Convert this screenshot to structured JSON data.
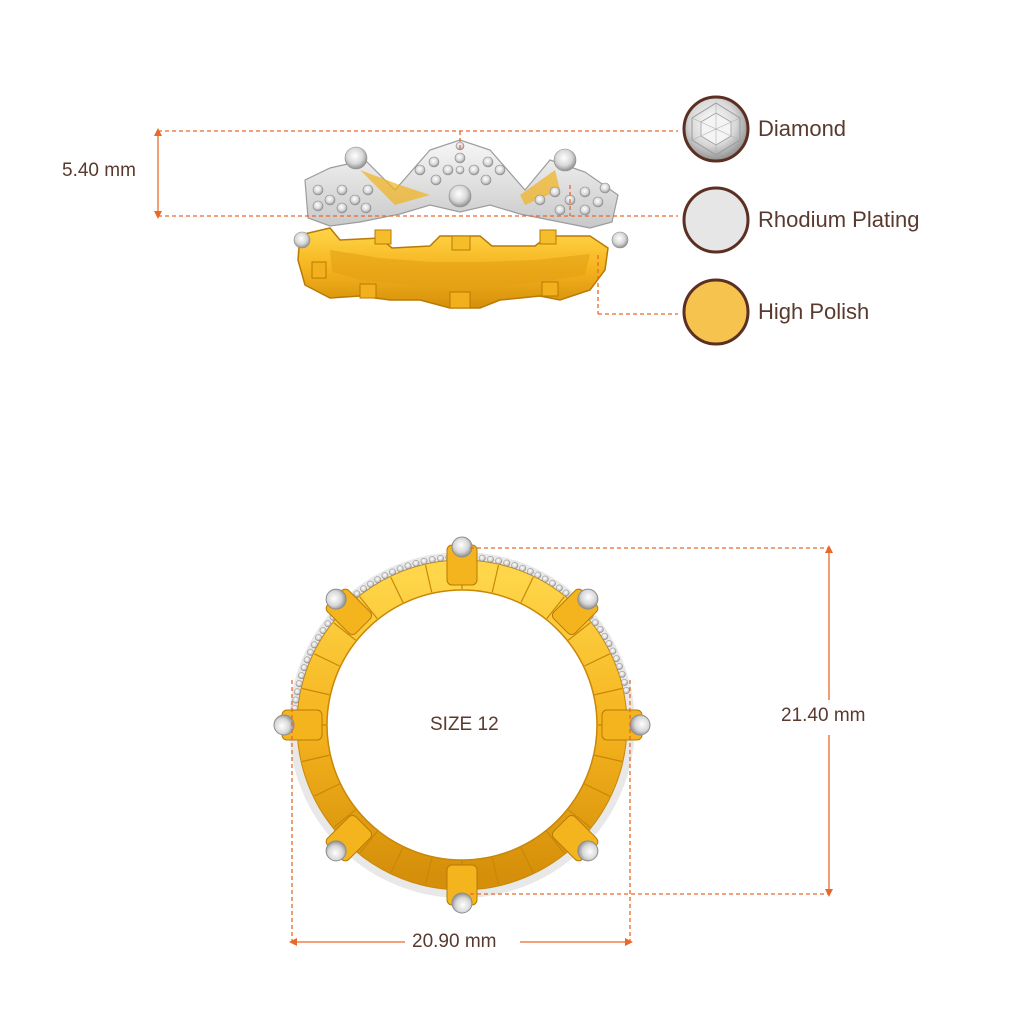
{
  "dimensions": {
    "height_top": "5.40 mm",
    "height_front": "21.40 mm",
    "width_front": "20.90 mm"
  },
  "ring_size": "SIZE 12",
  "legend": [
    {
      "label": "Diamond",
      "icon": "diamond-swatch"
    },
    {
      "label": "Rhodium Plating",
      "icon": "rhodium-swatch",
      "color": "#e6e6e6"
    },
    {
      "label": "High Polish",
      "icon": "gold-swatch",
      "color": "#f5c34e"
    }
  ],
  "colors": {
    "dimension_line": "#e8692a",
    "text": "#5a3a2e",
    "swatch_border": "#5b2f22",
    "gold": "#f2b21c",
    "gold_dark": "#d28f0c",
    "silver": "#e9e9e9"
  }
}
